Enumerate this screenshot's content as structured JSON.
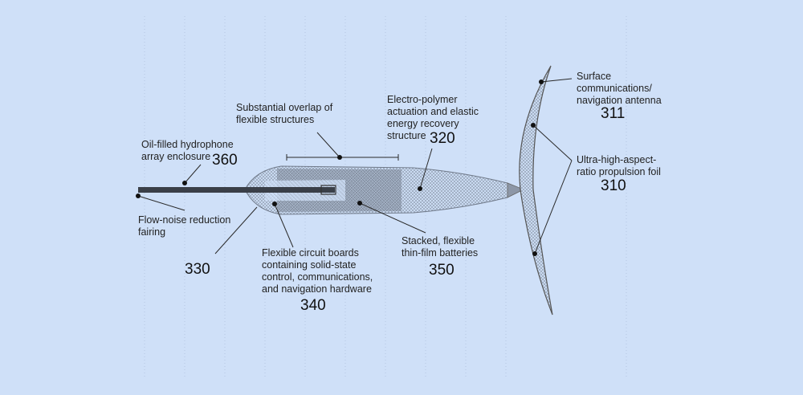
{
  "colors": {
    "background": "#cfe0f8",
    "ink": "#1a1a1a"
  },
  "labels": {
    "antenna": {
      "text": "Surface\ncommunications/\nnavigation antenna",
      "number": "311"
    },
    "overlap": {
      "text": "Substantial overlap of\nflexible structures"
    },
    "actuation": {
      "text": "Electro-polymer\nactuation and elastic\nenergy recovery\nstructure",
      "number": "320"
    },
    "hydrophone": {
      "text": "Oil-filled hydrophone\narray enclosure",
      "number": "360"
    },
    "foil": {
      "text": "Ultra-high-aspect-\nratio propulsion foil",
      "number": "310"
    },
    "fairing": {
      "text": "Flow-noise reduction\nfairing"
    },
    "body": {
      "number": "330"
    },
    "circuit": {
      "text": "Flexible circuit boards\ncontaining solid-state\ncontrol, communications,\nand navigation hardware",
      "number": "340"
    },
    "batteries": {
      "text": "Stacked, flexible\nthin-film batteries",
      "number": "350"
    }
  }
}
